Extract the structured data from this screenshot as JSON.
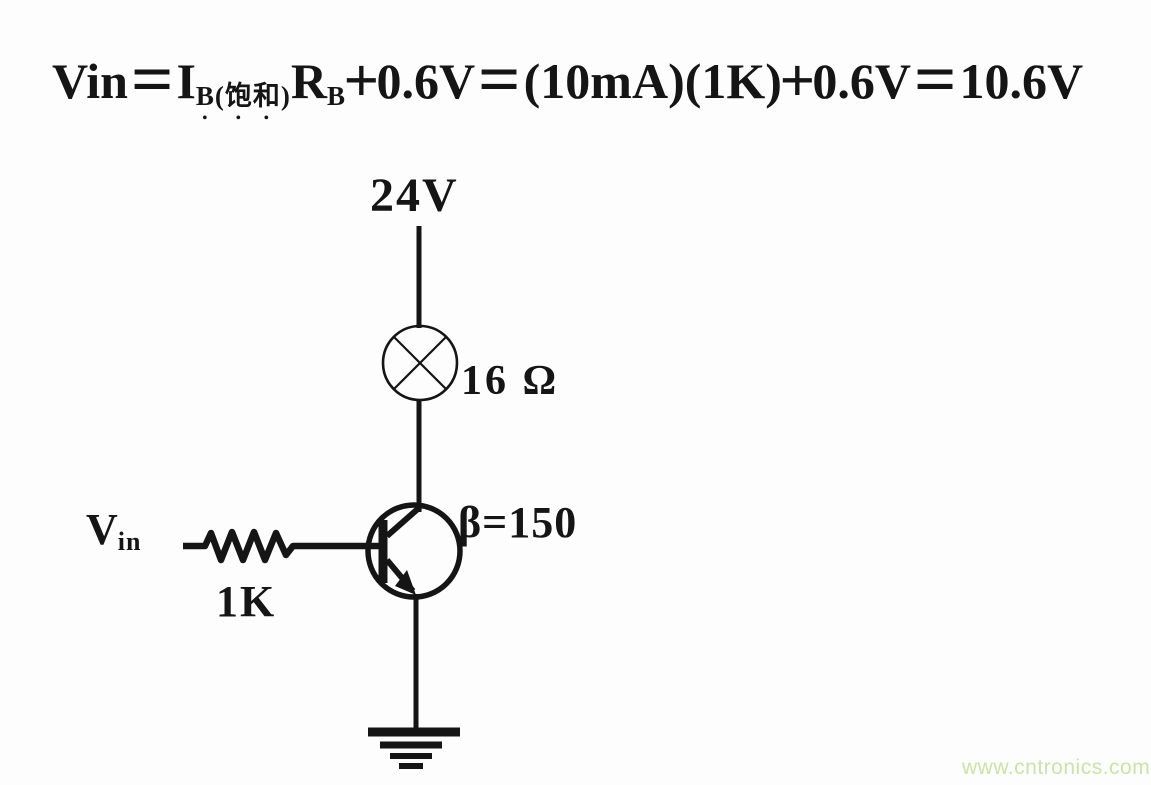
{
  "formula": {
    "lhs": "Vin",
    "eq": "=",
    "current": "I",
    "current_sub": "B(饱和)",
    "resistor": "R",
    "resistor_sub": "B",
    "plus": "+",
    "vbe": "0.6V",
    "term_current": "(10mA)",
    "term_resistance": "(1K)",
    "result": "10.6V"
  },
  "circuit": {
    "supply_label": "24V",
    "lamp_resistance_label": "16 Ω",
    "beta_label": "β=150",
    "input_label": "V",
    "input_label_sub": "in",
    "base_resistor_label": "1K"
  },
  "watermark": "www.cntronics.com",
  "colors": {
    "ink": "#151515",
    "watermark": "#c9e4a9",
    "background": "#fdfdfd"
  }
}
